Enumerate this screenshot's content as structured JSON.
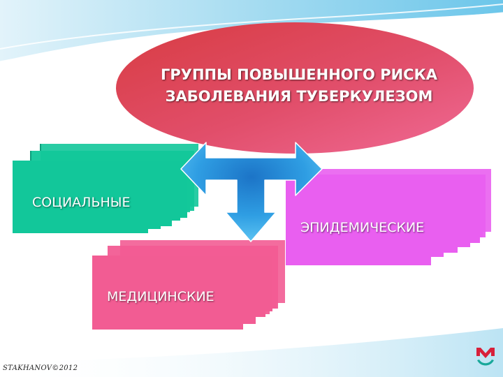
{
  "title_line1": "ГРУППЫ ПОВЫШЕННОГО РИСКА",
  "title_line2": "ЗАБОЛЕВАНИЯ ТУБЕРКУЛЕЗОМ",
  "groups": {
    "social": "СОЦИАЛЬНЫЕ",
    "epidemic": "ЭПИДЕМИЧЕСКИЕ",
    "medical": "МЕДИЦИНСКИЕ"
  },
  "footer": "STAKHANOV©2012",
  "icons": {
    "arrow": "three-way-arrow-icon",
    "logo": "m-logo-icon"
  },
  "colors": {
    "ellipse": "#e04a68",
    "social": "#12c79a",
    "epidemic": "#e95ff0",
    "medical": "#f25c93",
    "arrow": "#2f9ee3",
    "logo_red": "#d8203a",
    "logo_teal": "#18a89a"
  }
}
